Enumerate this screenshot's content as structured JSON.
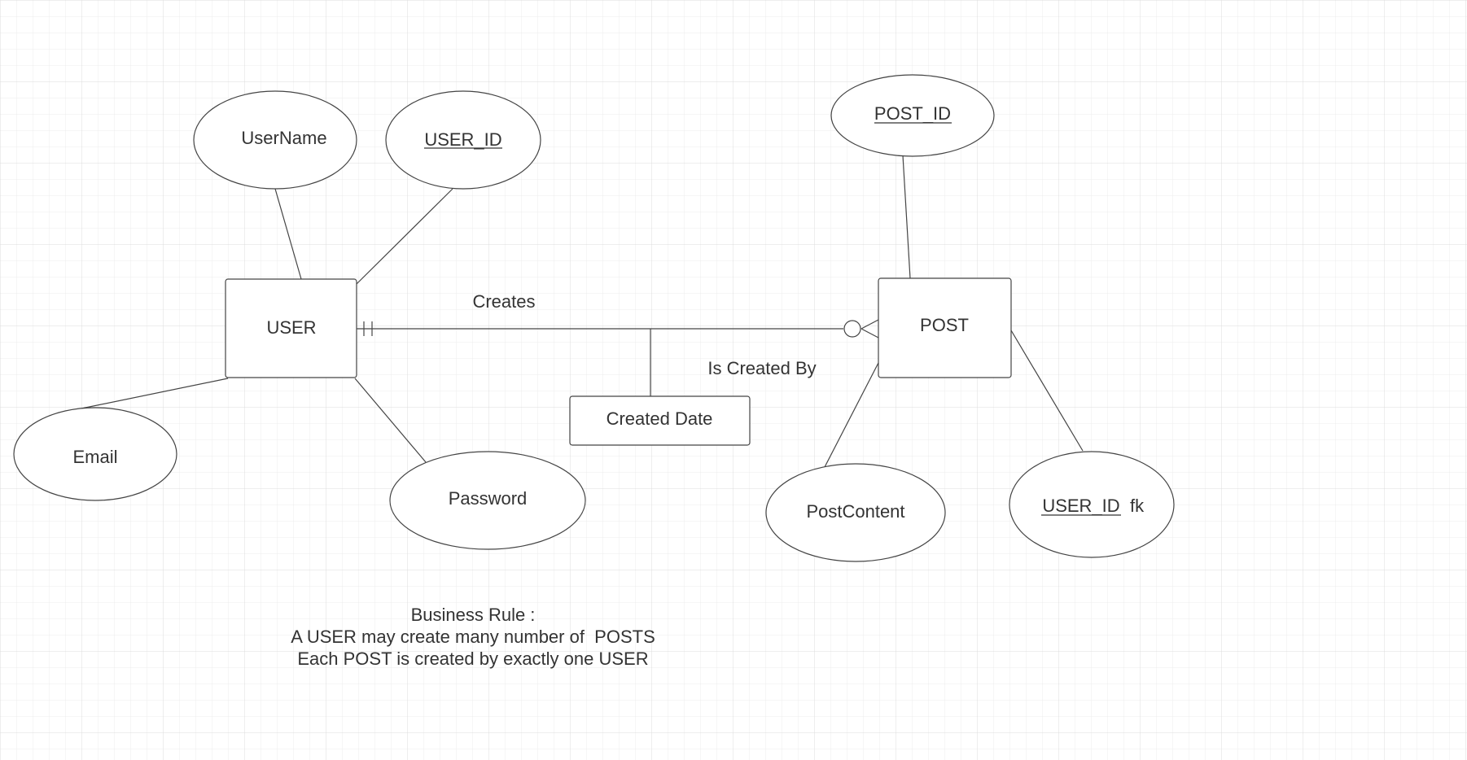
{
  "entities": {
    "user": "USER",
    "post": "POST",
    "created_date": "Created Date"
  },
  "attributes": {
    "username": "UserName",
    "user_id": "USER_ID",
    "email": "Email",
    "password": "Password",
    "post_id": "POST_ID",
    "post_content": "PostContent",
    "post_user_id": "USER_ID",
    "post_user_id_suffix": "fk"
  },
  "relationship": {
    "forward_label": "Creates",
    "reverse_label": "Is Created By",
    "user_end": "exactly-one",
    "post_end": "zero-or-many"
  },
  "business_rule": {
    "title": "Business Rule :",
    "line1": "A USER may create many number of  POSTS",
    "line2": "Each POST is created by exactly one USER"
  },
  "colors": {
    "grid": "#e4e4e4",
    "stroke": "#444444",
    "text": "#333333"
  }
}
